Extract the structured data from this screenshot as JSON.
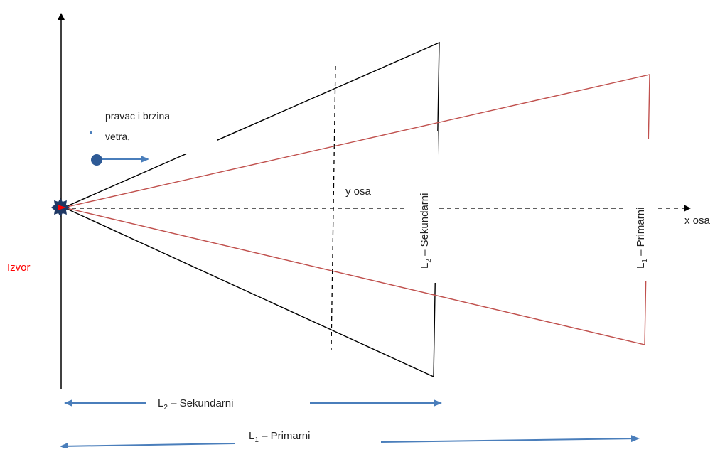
{
  "labels": {
    "wind_line1": "pravac i brzina",
    "wind_line2": "vetra,",
    "y_axis": "y osa",
    "x_axis": "x osa",
    "source": "Izvor",
    "l2_prefix": "L",
    "l2_sub": "2",
    "l2_suffix": " – Sekundarni",
    "l1_prefix": "L",
    "l1_sub": "1",
    "l1_suffix": " – Primarni"
  },
  "colors": {
    "black_line": "#000000",
    "red_line": "#c0504d",
    "source_red": "#ff0000",
    "arrow_blue": "#4a7ebb",
    "dot_blue": "#2e5a96",
    "star_navy": "#1f3864"
  }
}
